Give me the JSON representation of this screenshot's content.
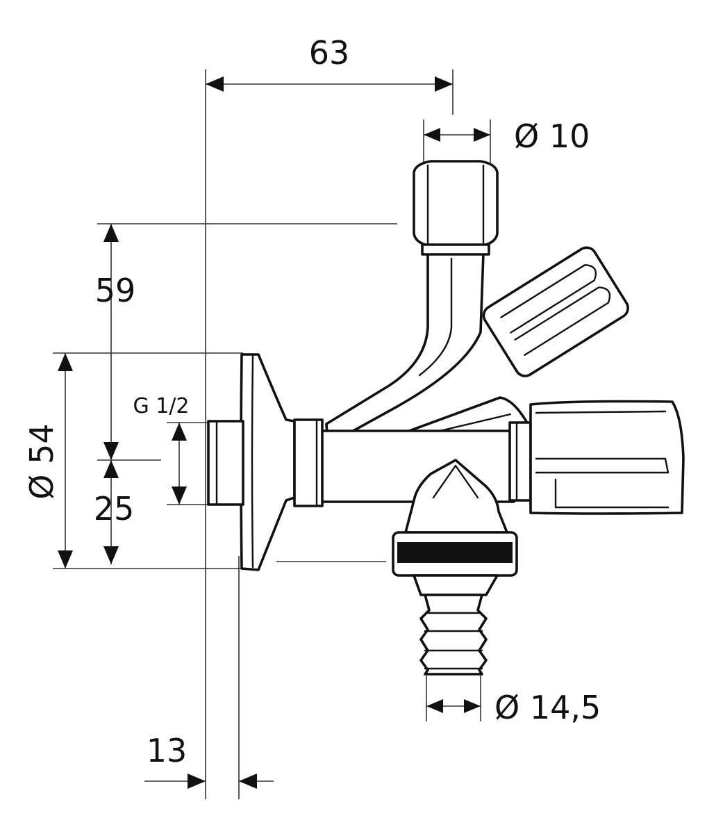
{
  "dimensions": {
    "width_63": "63",
    "dia_10": "Ø 10",
    "height_59": "59",
    "thread": "G 1/2",
    "dia_54": "Ø 54",
    "height_25": "25",
    "depth_13": "13",
    "dia_14_5": "Ø 14,5"
  }
}
